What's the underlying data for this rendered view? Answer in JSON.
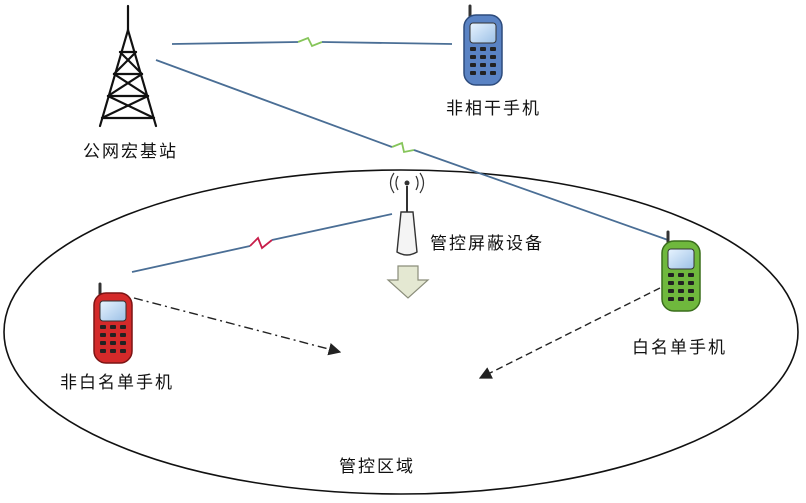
{
  "labels": {
    "base_station": "公网宏基站",
    "unrelated_phone": "非相干手机",
    "shield_device": "管控屏蔽设备",
    "non_whitelist_phone": "非白名单手机",
    "whitelist_phone": "白名单手机",
    "control_area": "管控区域"
  },
  "colors": {
    "unrelated_phone": "#5a83c4",
    "non_whitelist_phone": "#d42a2a",
    "whitelist_phone": "#6fb83d",
    "link_line": "#4a6e95",
    "shield_zigzag": "#c81e4a",
    "normal_zigzag": "#86c55a",
    "arrow_fill": "#e4e8d2"
  }
}
